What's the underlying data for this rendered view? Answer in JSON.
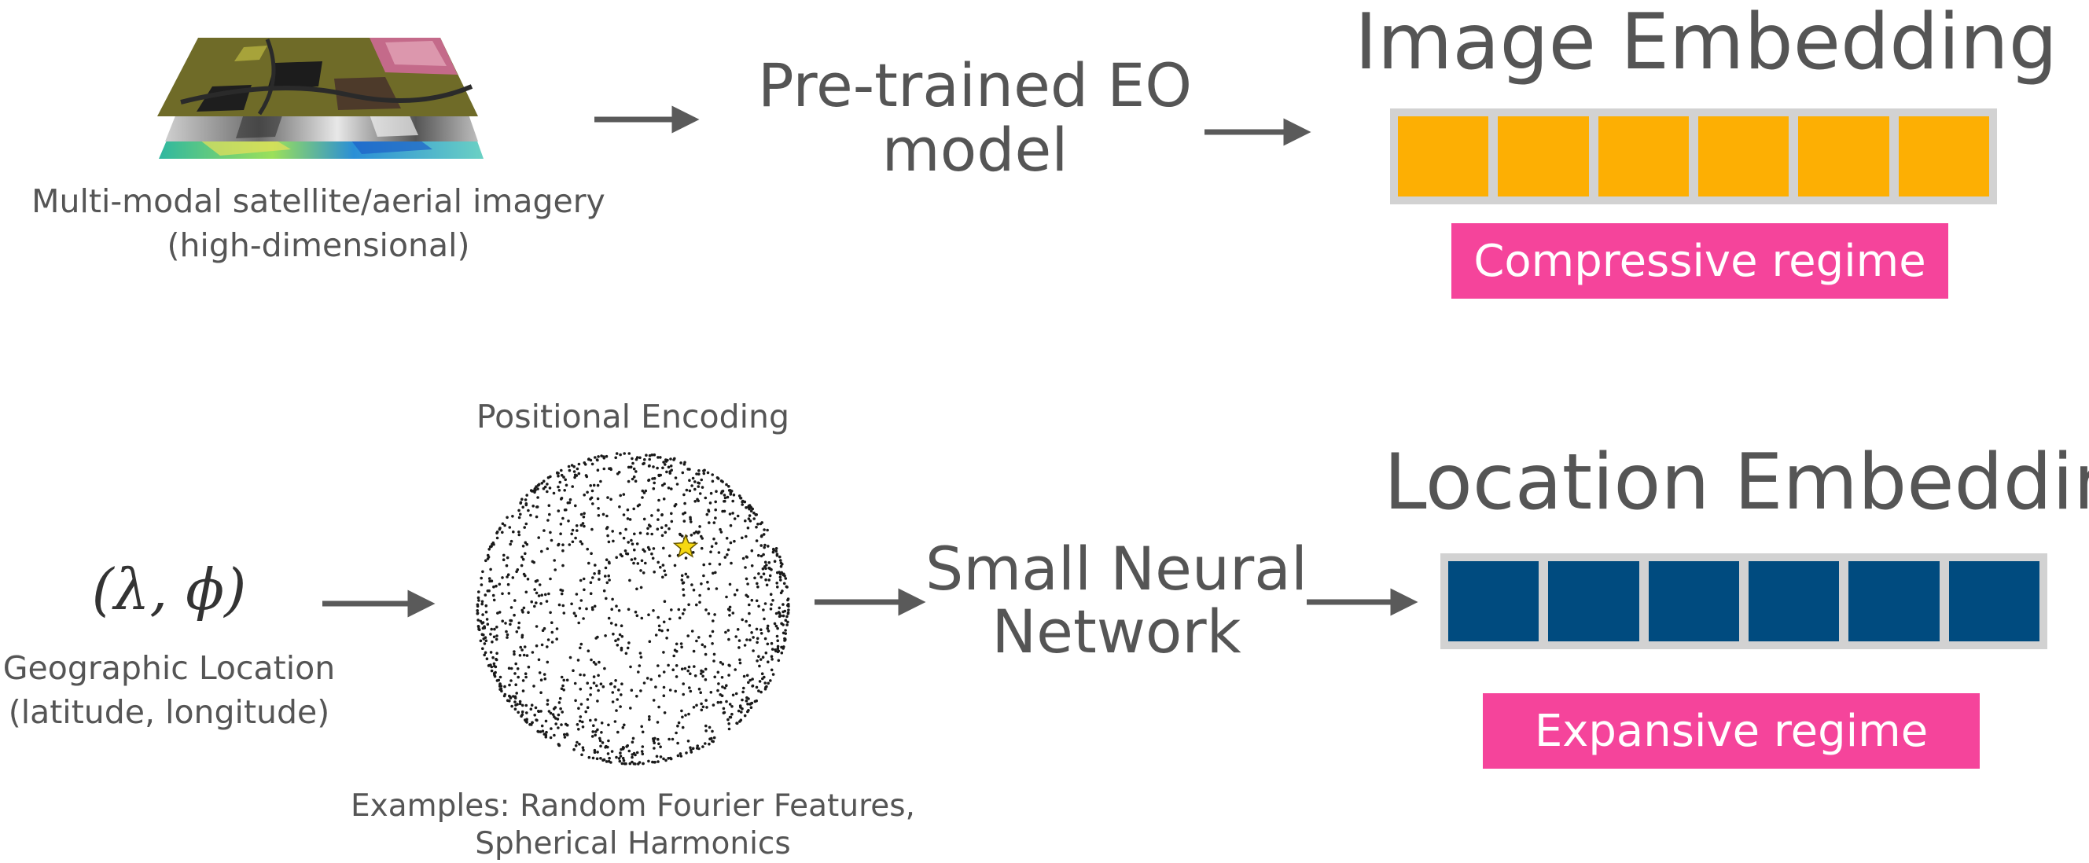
{
  "top_row": {
    "imagery_caption_line1": "Multi-modal satellite/aerial imagery",
    "imagery_caption_line2": "(high-dimensional)",
    "model_line1": "Pre-trained EO",
    "model_line2": "model",
    "embedding_title": "Image Embedding",
    "regime_label": "Compressive regime",
    "embedding_cell_count": 6,
    "embedding_color": "#fdaf03"
  },
  "bottom_row": {
    "location_symbol": "(λ, ϕ)",
    "location_caption_line1": "Geographic Location",
    "location_caption_line2": "(latitude, longitude)",
    "encoding_label": "Positional Encoding",
    "encoding_caption_line1": "Examples: Random Fourier Features,",
    "encoding_caption_line2": "Spherical Harmonics",
    "network_line1": "Small Neural",
    "network_line2": "Network",
    "embedding_title": "Location Embedding",
    "regime_label": "Expansive regime",
    "embedding_cell_count": 6,
    "embedding_color": "#004b7f"
  },
  "colors": {
    "text": "#555555",
    "arrow": "#5a5a5a",
    "regime_badge": "#f5449b",
    "embedding_frame": "#d2d2d2",
    "star": "#f6d812"
  },
  "icons": {
    "imagery": "stacked-raster-layers-icon",
    "sphere": "point-sphere-icon",
    "marker": "star-icon"
  }
}
